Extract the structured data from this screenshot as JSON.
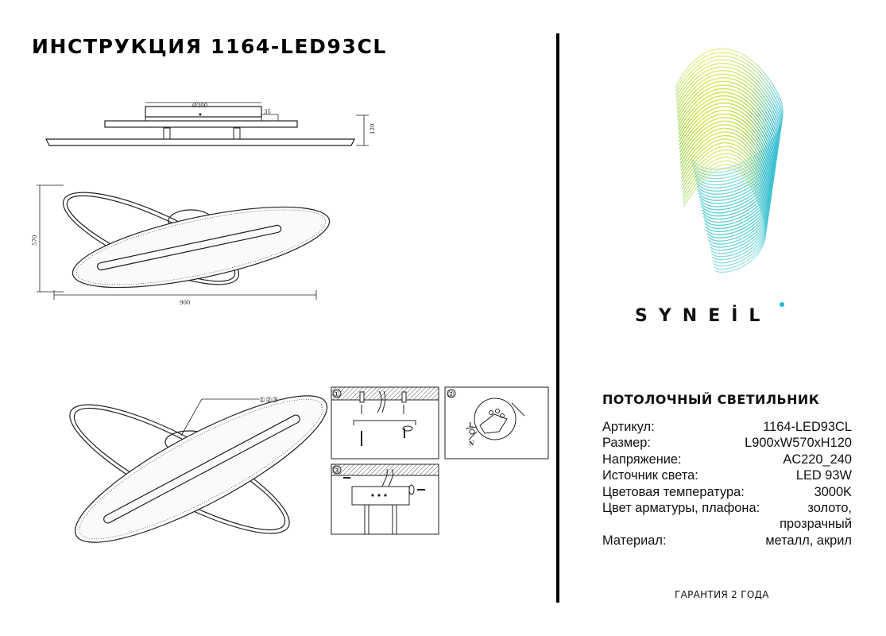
{
  "document": {
    "title": "ИНСТРУКЦИЯ 1164-LED93CL",
    "drawing_labels": {
      "diameter": "Ø300",
      "base_height": "35",
      "height": "120",
      "width": "570",
      "length": "900",
      "parts": "①②③",
      "step1": "①",
      "step2": "②",
      "step3": "③",
      "wire_l": "L",
      "wire_n": "N"
    }
  },
  "brand": {
    "name": "SYNEİL",
    "accent_color": "#23b6d9"
  },
  "product": {
    "title": "ПОТОЛОЧНЫЙ СВЕТИЛЬНИК",
    "specs": [
      {
        "label": "Артикул:",
        "value": "1164-LED93CL"
      },
      {
        "label": "Размер:",
        "value": "L900xW570xH120"
      },
      {
        "label": "Напряжение:",
        "value": "AC220_240"
      },
      {
        "label": "Источник света:",
        "value": "LED 93W"
      },
      {
        "label": "Цветовая температура:",
        "value": "3000K"
      },
      {
        "label": "Цвет арматуры, плафона:",
        "value": "золото,",
        "value2": "прозрачный"
      },
      {
        "label": "Материал:",
        "value": "металл, акрил"
      }
    ],
    "warranty": "ГАРАНТИЯ 2 ГОДА"
  }
}
